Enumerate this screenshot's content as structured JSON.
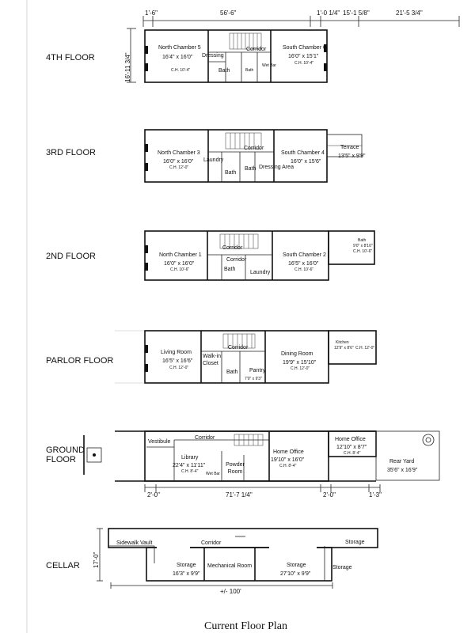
{
  "title": "Current Floor Plan",
  "top_dimensions": [
    "1'-6\"",
    "56'-6\"",
    "1'-0 1/4\"",
    "15'-1 5/8\"",
    "21'-5 3/4\""
  ],
  "depth_dimension": "16'-11 3/4\"",
  "floors": [
    {
      "label": "4TH FLOOR",
      "rooms": [
        {
          "name": "North Chamber 5",
          "size": "16'4\" x 16'0\"",
          "ch": "C.H. 10'-4\""
        },
        {
          "name": "Dressing"
        },
        {
          "name": "Corridor"
        },
        {
          "name": "Bath"
        },
        {
          "name": "Bath"
        },
        {
          "name": "Wet Bar"
        },
        {
          "name": "South Chamber 6",
          "size": "16'0\" x 15'1\"",
          "ch": "C.H. 10'-4\""
        }
      ]
    },
    {
      "label": "3RD FLOOR",
      "rooms": [
        {
          "name": "North Chamber 3",
          "size": "16'0\" x 16'0\"",
          "ch": "C.H. 12'-0\""
        },
        {
          "name": "Corridor"
        },
        {
          "name": "Laundry"
        },
        {
          "name": "Bath"
        },
        {
          "name": "Bath"
        },
        {
          "name": "Dressing Area"
        },
        {
          "name": "South Chamber 4",
          "size": "16'0\" x 15'6\""
        },
        {
          "name": "Terrace",
          "size": "13'5\" x 9'9\""
        }
      ]
    },
    {
      "label": "2ND FLOOR",
      "rooms": [
        {
          "name": "North Chamber 1",
          "size": "16'0\" x 16'0\"",
          "ch": "C.H. 10'-6\""
        },
        {
          "name": "Corridor"
        },
        {
          "name": "Corridor"
        },
        {
          "name": "Bath"
        },
        {
          "name": "Laundry"
        },
        {
          "name": "South Chamber 2",
          "size": "16'5\" x 16'0\"",
          "ch": "C.H. 10'-6\""
        },
        {
          "name": "Bath",
          "size": "9'0\" x 8'10\"",
          "ch": "C.H. 10'-6\""
        }
      ]
    },
    {
      "label": "PARLOR FLOOR",
      "rooms": [
        {
          "name": "Living Room",
          "size": "16'5\" x 16'6\"",
          "ch": "C.H. 12'-0\""
        },
        {
          "name": "Corridor"
        },
        {
          "name": "Walk-in Closet"
        },
        {
          "name": "Bath"
        },
        {
          "name": "Pantry",
          "size": "7'0\" x 9'3\""
        },
        {
          "name": "Dining Room",
          "size": "19'9\" x 15'10\"",
          "ch": "C.H. 12'-0\""
        },
        {
          "name": "Kitchen",
          "size": "12'9\" x 8'6\"",
          "ch": "C.H. 12'-0\""
        }
      ]
    },
    {
      "label_line1": "GROUND",
      "label_line2": "FLOOR",
      "rooms": [
        {
          "name": "Vestibule"
        },
        {
          "name": "Corridor"
        },
        {
          "name": "Library",
          "size": "22'4\" x 11'11\"",
          "ch": "C.H. 8'-4\""
        },
        {
          "name": "Wet Bar"
        },
        {
          "name": "Powder Room"
        },
        {
          "name": "Home Office",
          "size": "19'10\" x 16'0\"",
          "ch": "C.H. 8'-4\""
        },
        {
          "name": "Home Office",
          "size": "12'10\" x 8'7\"",
          "ch": "C.H. 8'-4\""
        },
        {
          "name": "Rear Yard",
          "size": "35'6\" x 16'9\""
        }
      ],
      "dimensions": [
        "2'-0\"",
        "71'-7 1/4\"",
        "2'-0\"",
        "1'-3\""
      ]
    },
    {
      "label": "CELLAR",
      "rooms": [
        {
          "name": "Sidewalk Vault"
        },
        {
          "name": "Corridor"
        },
        {
          "name": "Storage"
        },
        {
          "name": "Storage",
          "size": "16'3\" x 9'9\""
        },
        {
          "name": "Mechanical Room"
        },
        {
          "name": "Storage",
          "size": "27'10\" x 9'9\""
        },
        {
          "name": "Storage"
        }
      ],
      "dimensions": [
        "17'-0\"",
        "+/- 100'"
      ]
    }
  ]
}
